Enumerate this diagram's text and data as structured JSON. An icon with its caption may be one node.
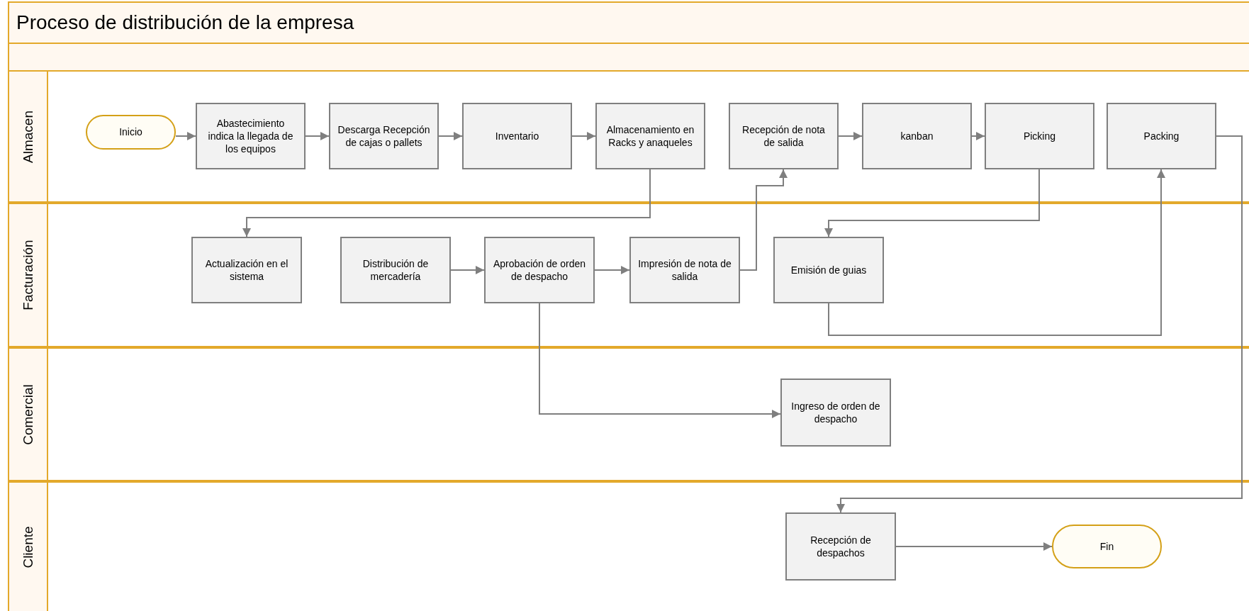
{
  "diagram": {
    "title": "Proceso de distribución de la empresa",
    "nodes": [
      {
        "text": [
          "Almacen"
        ]
      },
      {
        "text": [
          "Inicio"
        ],
        "in": 0
      },
      {
        "text": [
          "Abastecimiento indica la llegada de los equipos"
        ],
        "in": 0
      },
      {
        "text": [
          "Descarga Recepción de cajas o pallets"
        ],
        "in": 0
      },
      {
        "text": [
          "Inventario"
        ],
        "in": 0
      },
      {
        "text": [
          "Almacenamiento en Racks y anaqueles"
        ],
        "in": 0
      },
      {
        "text": [
          "Recepción de nota de salida"
        ],
        "in": 0
      },
      {
        "text": [
          "kanban"
        ],
        "in": 0
      },
      {
        "text": [
          "Picking"
        ],
        "in": 0
      },
      {
        "text": [
          "Packing"
        ],
        "in": 0
      },
      {
        "text": [
          "Facturación"
        ]
      },
      {
        "text": [
          "Actualización en el sistema"
        ],
        "in": 10
      },
      {
        "text": [
          "Distribución de mercadería"
        ],
        "in": 10
      },
      {
        "text": [
          "Aprobación de orden de despacho"
        ],
        "in": 10
      },
      {
        "text": [
          "Impresión de nota de salida"
        ],
        "in": 10
      },
      {
        "text": [
          "Emisión de guias"
        ],
        "in": 10
      },
      {
        "text": [
          "Comercial"
        ]
      },
      {
        "text": [
          "Ingreso de orden de despacho"
        ],
        "in": 16
      },
      {
        "text": [
          "Cliente"
        ]
      },
      {
        "text": [
          "Recepción de despachos"
        ],
        "in": 18
      },
      {
        "text": [
          "Fin"
        ],
        "in": 18
      }
    ],
    "edges": [
      {
        "from": 1,
        "to": 2,
        "arrow": "to"
      },
      {
        "from": 2,
        "to": 3,
        "arrow": "to"
      },
      {
        "from": 3,
        "to": 4,
        "arrow": "to"
      },
      {
        "from": 4,
        "to": 5,
        "arrow": "to"
      },
      {
        "from": 5,
        "to": 11,
        "arrow": "to"
      },
      {
        "from": 12,
        "to": 13,
        "arrow": "to"
      },
      {
        "from": 13,
        "to": 14,
        "arrow": "to"
      },
      {
        "from": 14,
        "to": 6,
        "arrow": "to"
      },
      {
        "from": 6,
        "to": 7,
        "arrow": "to"
      },
      {
        "from": 7,
        "to": 8,
        "arrow": "to"
      },
      {
        "from": 8,
        "to": 15,
        "arrow": "to"
      },
      {
        "from": 15,
        "to": 9,
        "arrow": "to"
      },
      {
        "from": 9,
        "to": 19,
        "arrow": "to"
      },
      {
        "from": 13,
        "to": 17,
        "arrow": "to"
      },
      {
        "from": 19,
        "to": 20,
        "arrow": "to"
      }
    ]
  }
}
